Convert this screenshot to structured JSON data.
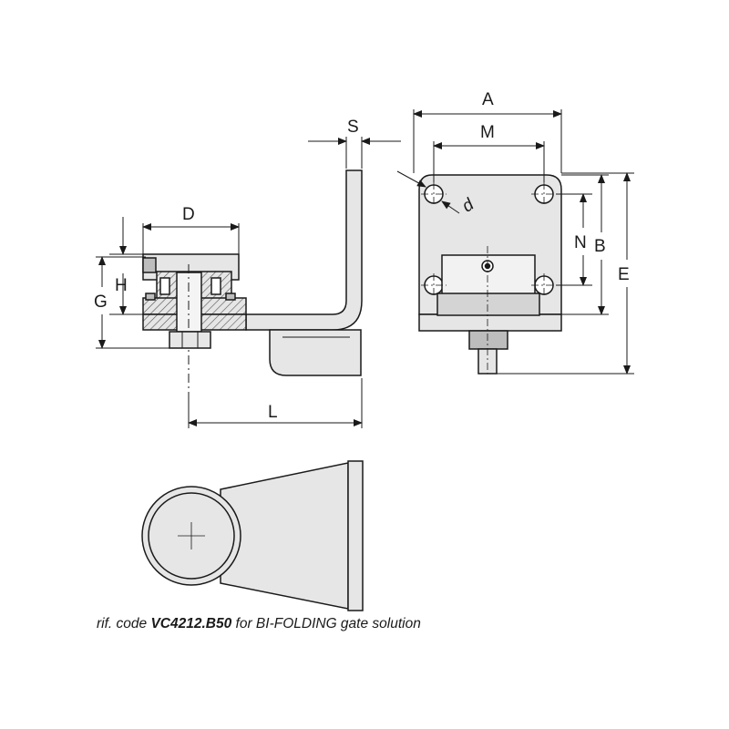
{
  "dimensions": {
    "A": "A",
    "M": "M",
    "S": "S",
    "D": "D",
    "H": "H",
    "G": "G",
    "N": "N",
    "B": "B",
    "E": "E",
    "L": "L",
    "d": "d"
  },
  "caption": {
    "prefix": "rif. code ",
    "code": "VC4212.B50",
    "suffix": " for BI-FOLDING gate solution"
  },
  "colors": {
    "line": "#1a1a1a",
    "fill": "#e6e6e6",
    "fill_dark": "#bdbdbd",
    "hatch": "#555555"
  }
}
